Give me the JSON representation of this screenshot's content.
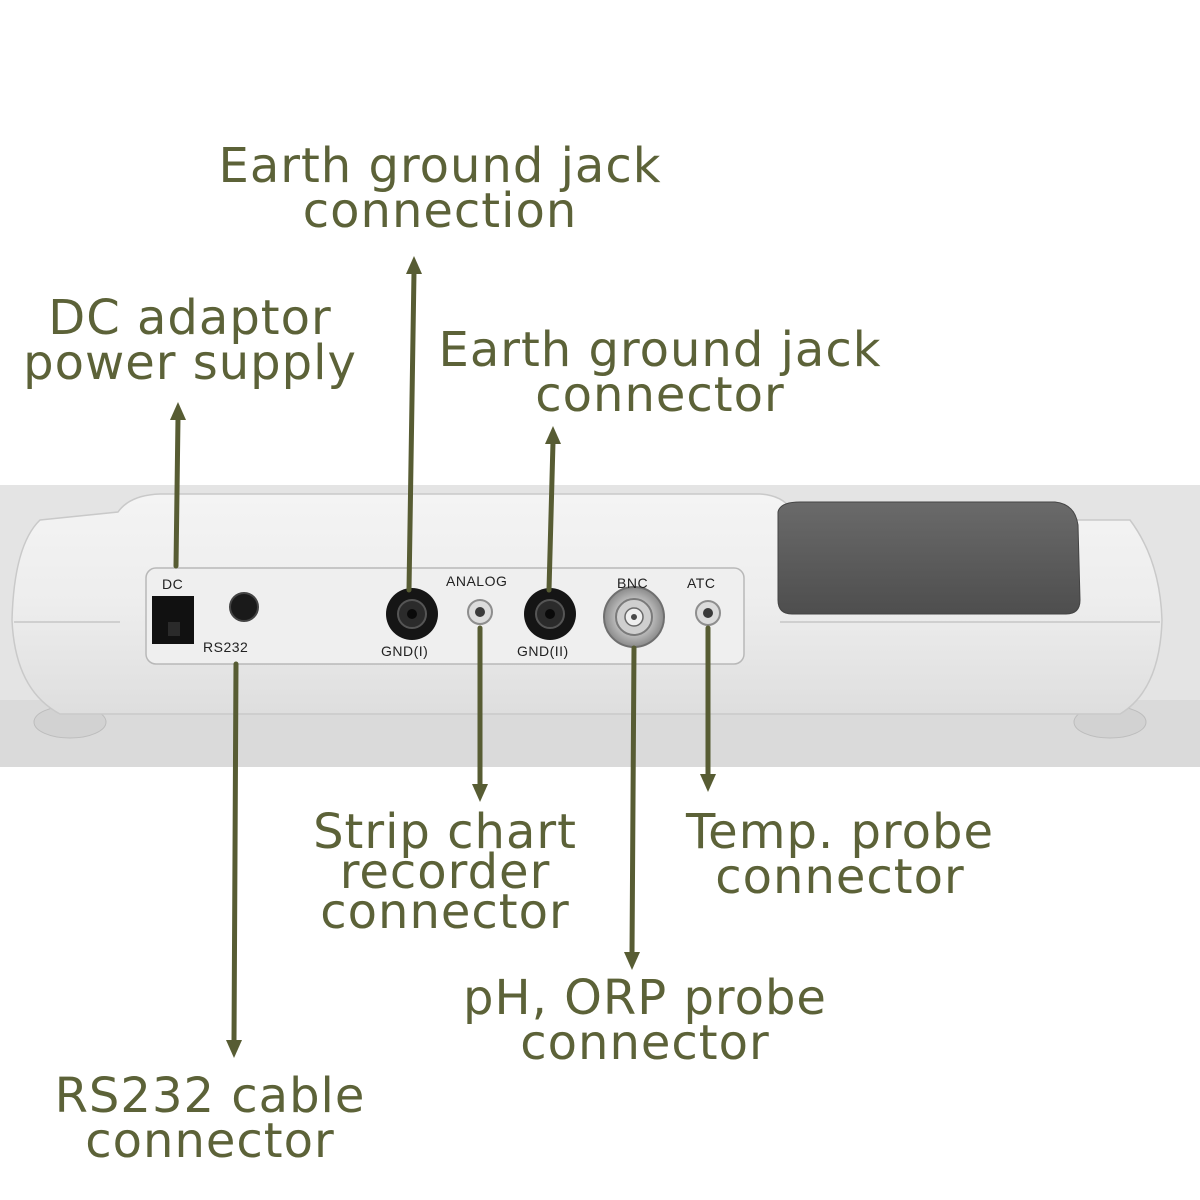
{
  "callouts": {
    "earth_ground_connection": {
      "line1": "Earth ground jack",
      "line2": "connection"
    },
    "dc_adaptor": {
      "line1": "DC adaptor",
      "line2": "power supply"
    },
    "earth_ground_connector": {
      "line1": "Earth ground jack",
      "line2": "connector"
    },
    "strip_chart": {
      "line1": "Strip chart",
      "line2": "recorder",
      "line3": "connector"
    },
    "temp_probe": {
      "line1": "Temp. probe",
      "line2": "connector"
    },
    "ph_orp": {
      "line1": "pH, ORP probe",
      "line2": "connector"
    },
    "rs232_cable": {
      "line1": "RS232 cable",
      "line2": "connector"
    }
  },
  "panel_labels": {
    "dc": "DC",
    "rs232": "RS232",
    "analog": "ANALOG",
    "gnd1": "GND(I)",
    "gnd2": "GND(II)",
    "bnc": "BNC",
    "atc": "ATC"
  },
  "colors": {
    "label_text": "#5c6238",
    "arrow": "#575c33",
    "device_body": "#ececec",
    "photo_background": "#e6e6e6",
    "battery_cover": "#5e5e5e"
  }
}
